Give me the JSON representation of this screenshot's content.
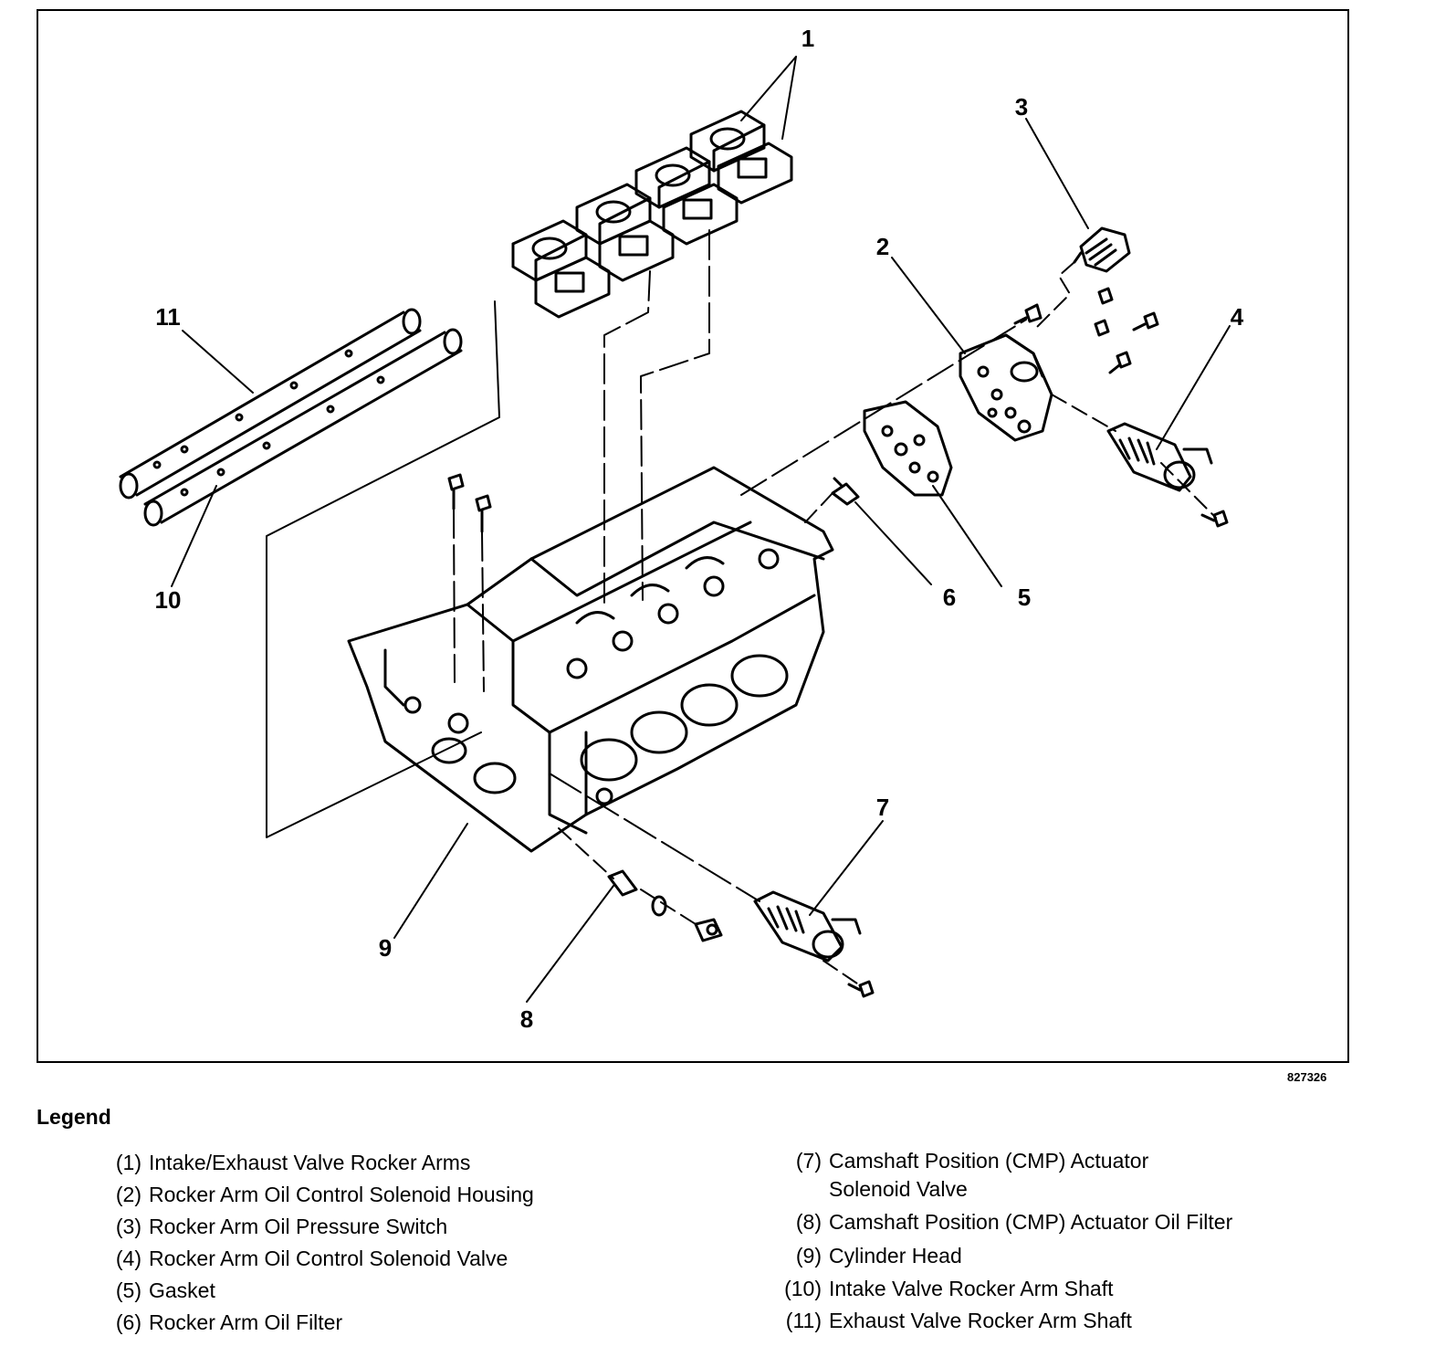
{
  "figure_id": "827326",
  "callouts": [
    {
      "id": "1",
      "text": "1"
    },
    {
      "id": "2",
      "text": "2"
    },
    {
      "id": "3",
      "text": "3"
    },
    {
      "id": "4",
      "text": "4"
    },
    {
      "id": "5",
      "text": "5"
    },
    {
      "id": "6",
      "text": "6"
    },
    {
      "id": "7",
      "text": "7"
    },
    {
      "id": "8",
      "text": "8"
    },
    {
      "id": "9",
      "text": "9"
    },
    {
      "id": "10",
      "text": "10"
    },
    {
      "id": "11",
      "text": "11"
    }
  ],
  "legend": {
    "title": "Legend",
    "items": [
      {
        "num": "(1)",
        "text": "Intake/Exhaust Valve Rocker Arms"
      },
      {
        "num": "(2)",
        "text": "Rocker Arm Oil Control Solenoid Housing"
      },
      {
        "num": "(3)",
        "text": "Rocker Arm Oil Pressure Switch"
      },
      {
        "num": "(4)",
        "text": "Rocker Arm Oil Control Solenoid Valve"
      },
      {
        "num": "(5)",
        "text": "Gasket"
      },
      {
        "num": "(6)",
        "text": "Rocker Arm Oil Filter"
      },
      {
        "num": "(7)",
        "text": "Camshaft Position (CMP) Actuator Solenoid Valve"
      },
      {
        "num": "(8)",
        "text": "Camshaft Position (CMP) Actuator Oil Filter"
      },
      {
        "num": "(9)",
        "text": "Cylinder Head"
      },
      {
        "num": "(10)",
        "text": "Intake Valve Rocker Arm Shaft"
      },
      {
        "num": "(11)",
        "text": "Exhaust Valve Rocker Arm Shaft"
      }
    ]
  }
}
